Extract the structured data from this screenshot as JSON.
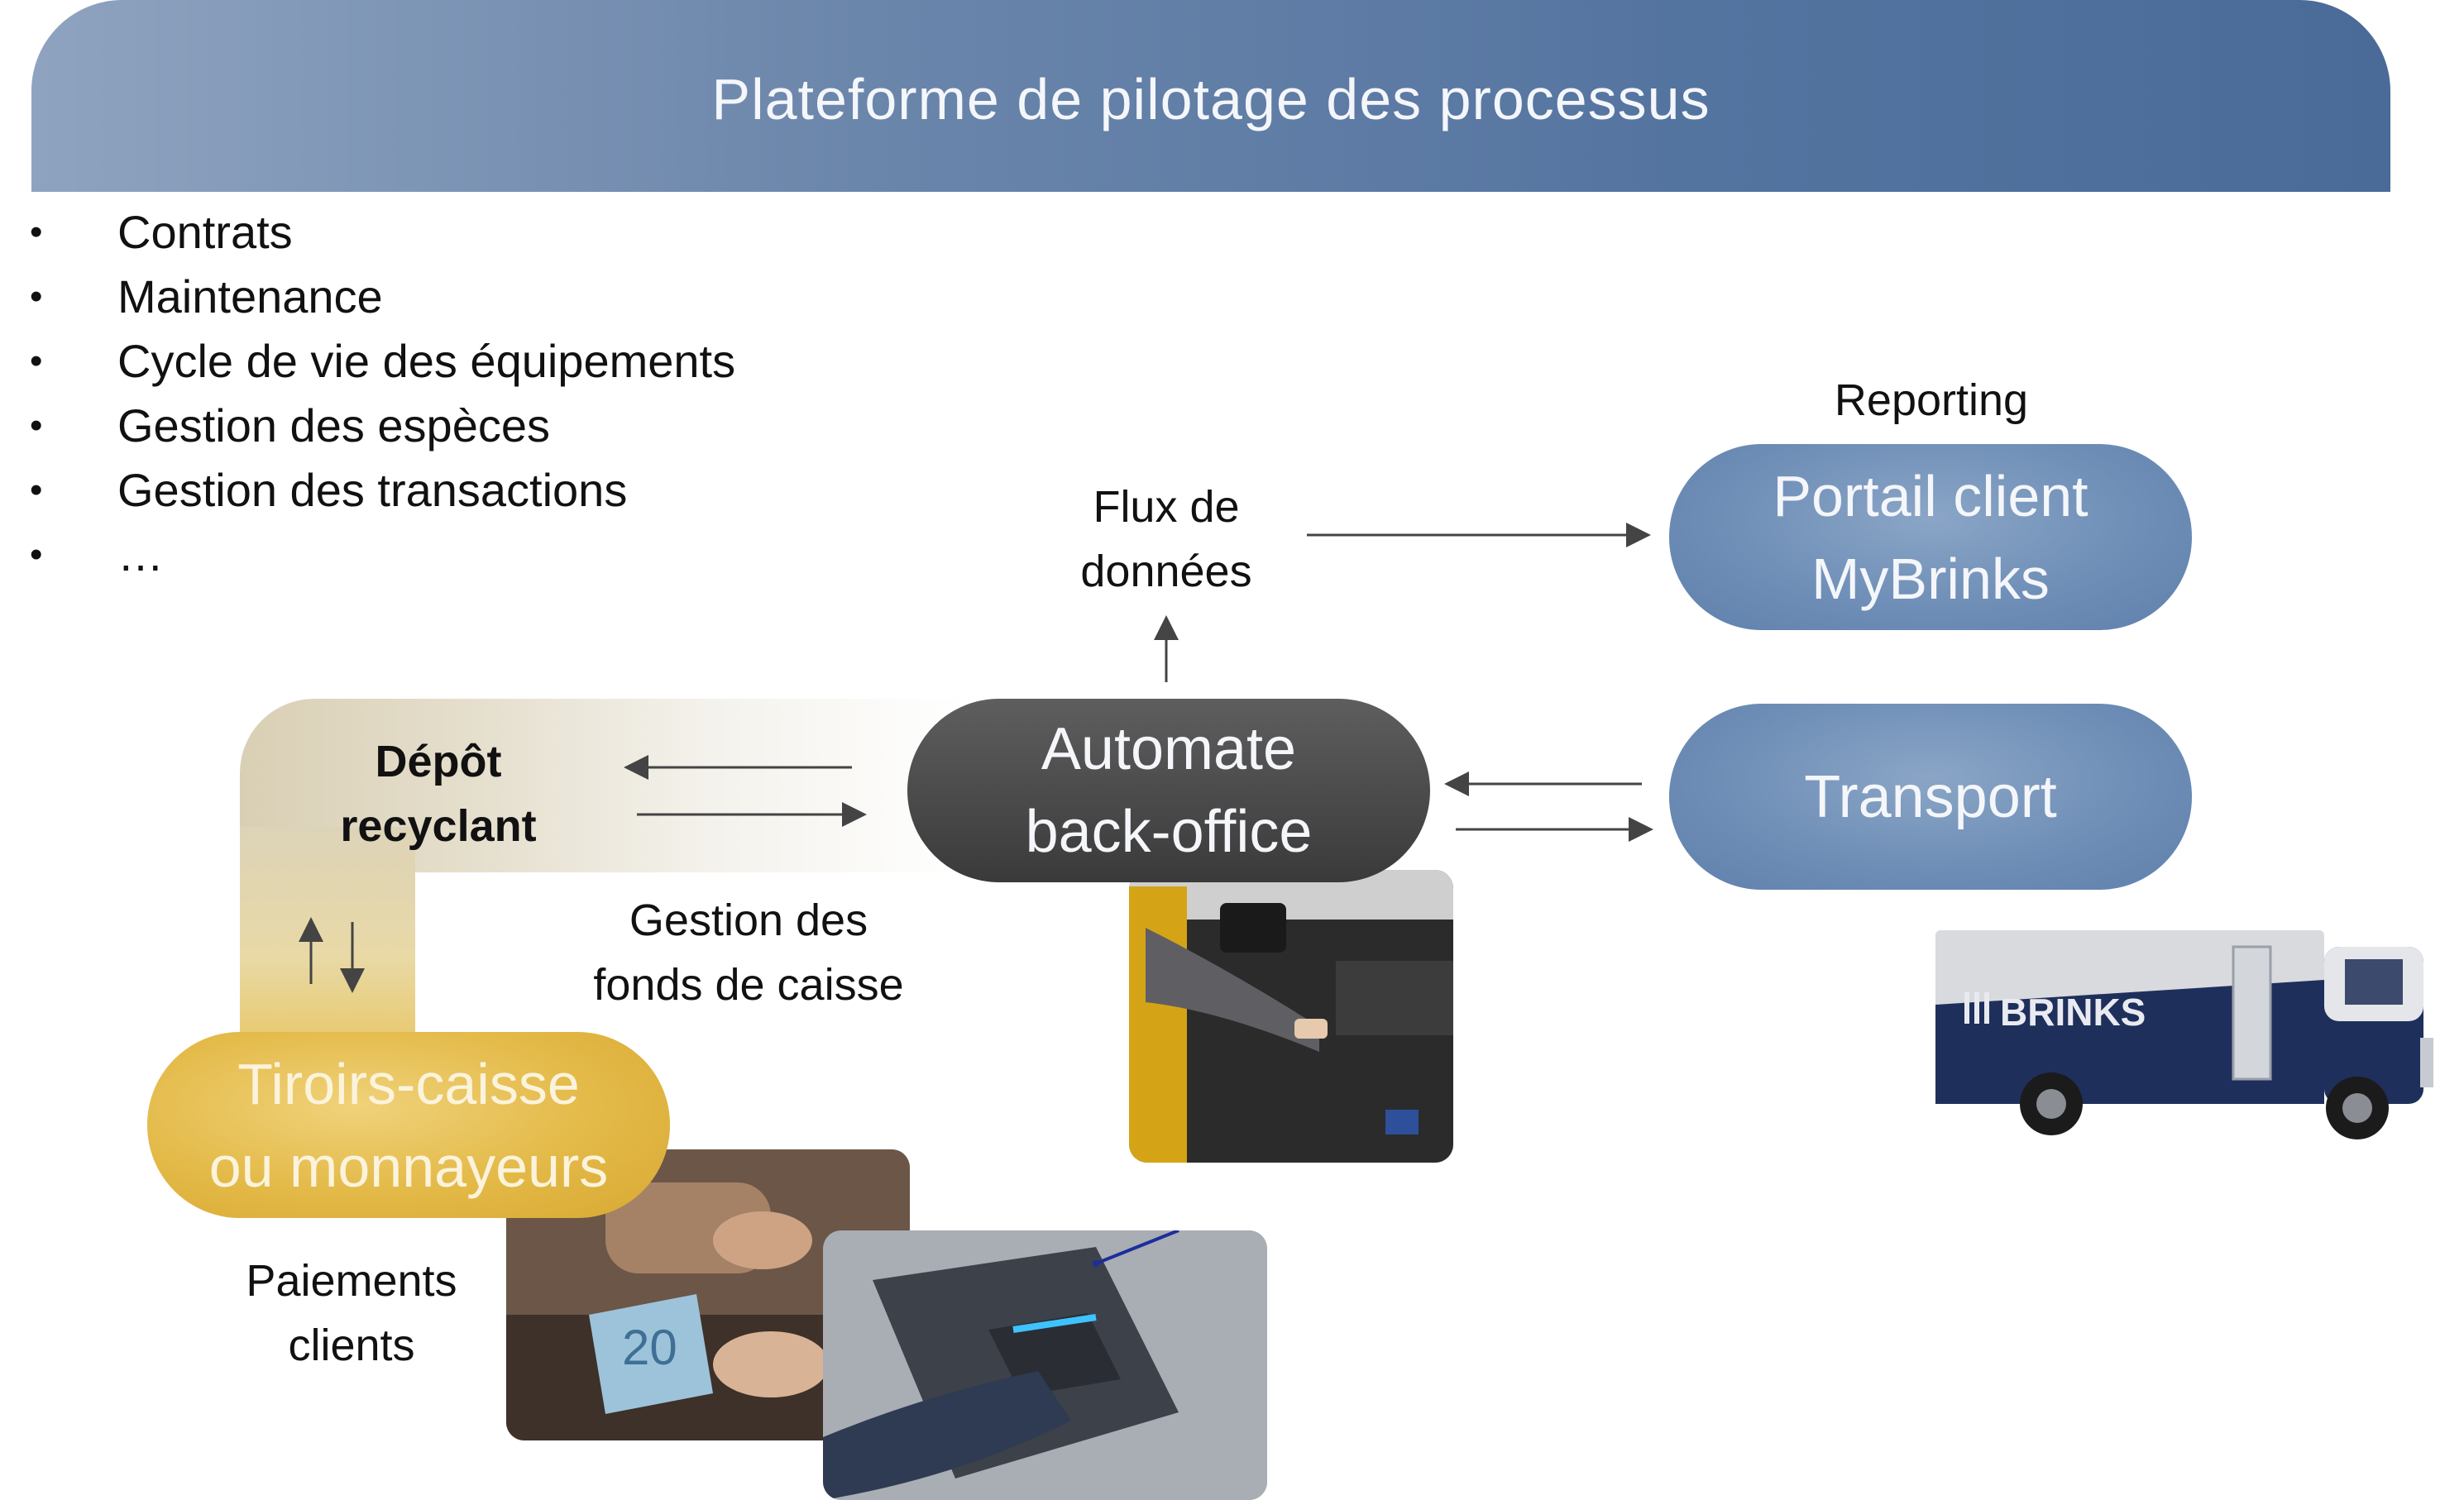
{
  "header": {
    "title": "Plateforme de pilotage des processus"
  },
  "bullets": [
    "Contrats",
    "Maintenance",
    "Cycle de vie des équipements",
    "Gestion des espèces",
    "Gestion des transactions",
    "…"
  ],
  "labels": {
    "reporting": "Reporting",
    "flux_line1": "Flux de",
    "flux_line2": "données",
    "depot_line1": "Dépôt",
    "depot_line2": "recyclant",
    "gestion_line1": "Gestion des",
    "gestion_line2": "fonds de caisse",
    "paiements_line1": "Paiements",
    "paiements_line2": "clients"
  },
  "nodes": {
    "automate_line1": "Automate",
    "automate_line2": "back-office",
    "portail_line1": "Portail client",
    "portail_line2": "MyBrinks",
    "transport": "Transport",
    "tiroirs_line1": "Tiroirs-caisse",
    "tiroirs_line2": "ou monnayeurs"
  },
  "truck": {
    "brand": "BRINKS"
  },
  "colors": {
    "banner": "#5474a0",
    "blue_pill": "#6d8db6",
    "dark_pill": "#4a4a4a",
    "gold_pill": "#e3b947",
    "truck_blue": "#1f2f5c"
  }
}
